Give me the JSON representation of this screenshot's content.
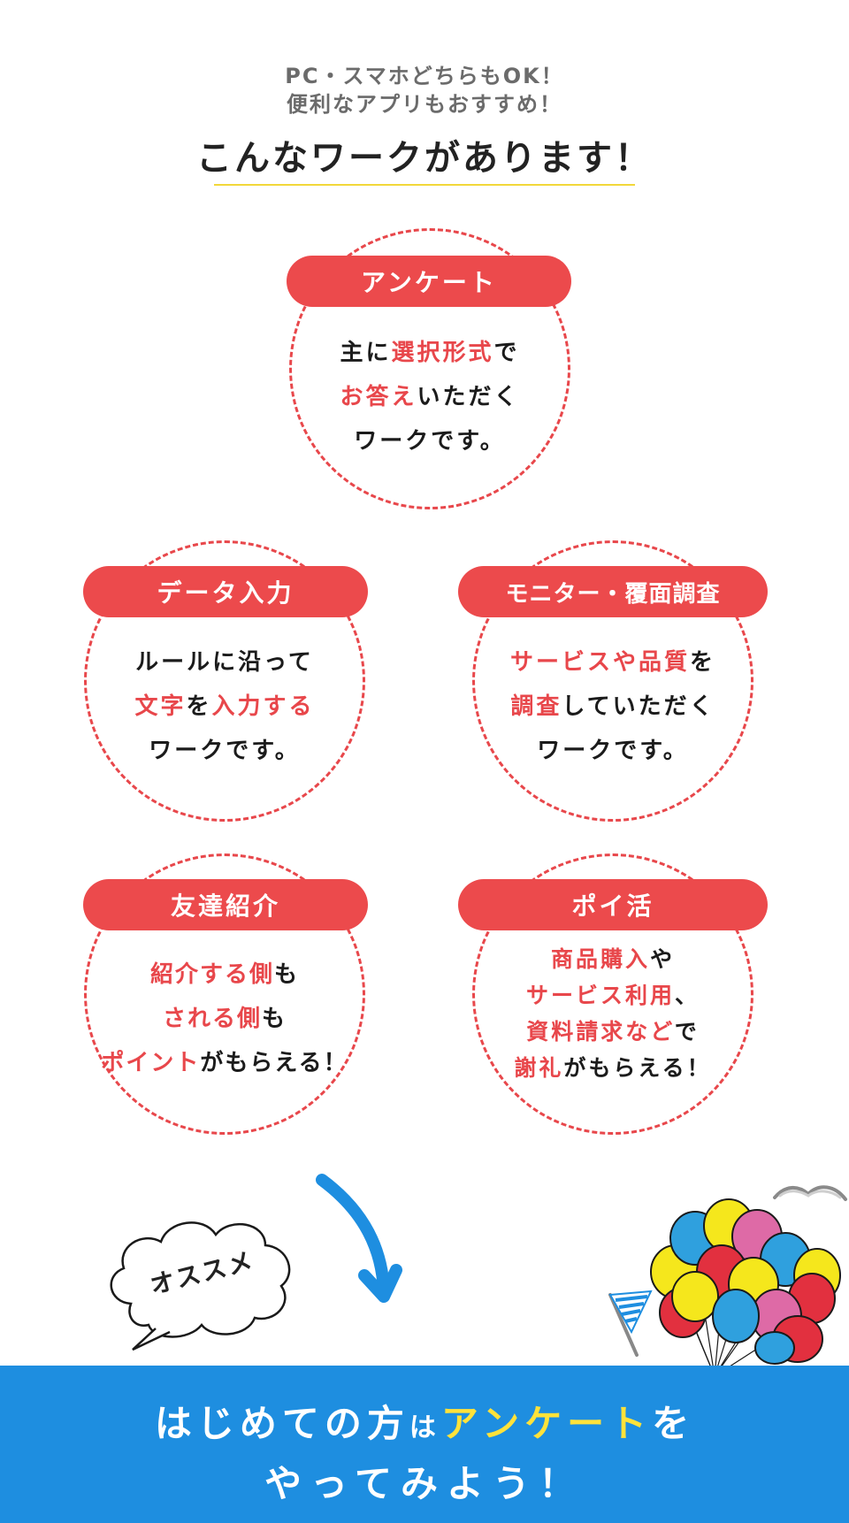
{
  "header": {
    "subtitle_line1": "PC・スマホどちらもOK！",
    "subtitle_line2": "便利なアプリもおすすめ！",
    "title": "こんなワークがあります！"
  },
  "cards": {
    "survey": {
      "label": "アンケート",
      "l1a": "主に",
      "l1b": "選択形式",
      "l1c": "で",
      "l2a": "お答え",
      "l2b": "いただく",
      "l3": "ワークです。"
    },
    "data_entry": {
      "label": "データ入力",
      "l1": "ルールに沿って",
      "l2a": "文字",
      "l2b": "を",
      "l2c": "入力する",
      "l3": "ワークです。"
    },
    "monitor": {
      "label": "モニター・覆面調査",
      "l1a": "サービスや品質",
      "l1b": "を",
      "l2a": "調査",
      "l2b": "していただく",
      "l3": "ワークです。"
    },
    "referral": {
      "label": "友達紹介",
      "l1a": "紹介する側",
      "l1b": "も",
      "l2a": "される側",
      "l2b": "も",
      "l3a": "ポイント",
      "l3b": "がもらえる！"
    },
    "poikatsu": {
      "label": "ポイ活",
      "l1a": "商品購入",
      "l1b": "や",
      "l2a": "サービス利用",
      "l2b": "、",
      "l3a": "資料請求など",
      "l3b": "で",
      "l4a": "謝礼",
      "l4b": "がもらえる！"
    }
  },
  "recommend_bubble": "オススメ",
  "cta": {
    "line1a": "はじめての方",
    "line1b": "は",
    "line1c": "アンケート",
    "line1d": "を",
    "line2": "やってみよう！"
  },
  "colors": {
    "accent_red": "#e8474b",
    "band_blue": "#1e8ee0",
    "highlight_yellow": "#ffe23a",
    "underline_yellow": "#f2d83a"
  },
  "icons": [
    "arrow-down-curve-icon",
    "balloons-illustration",
    "pennant-flag-icon",
    "seagull-icon",
    "cloud-bubble-icon"
  ]
}
